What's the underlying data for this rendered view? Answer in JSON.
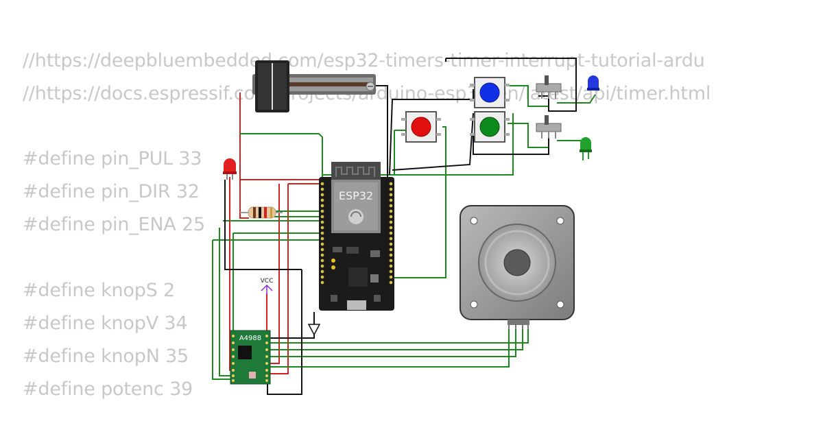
{
  "code_lines": [
    "//https://deepbluembedded.com/esp32-timers-timer-interrupt-tutorial-ardu",
    "//https://docs.espressif.com/projects/arduino-esp32/en/latest/api/timer.html",
    "",
    "#define pin_PUL 33",
    "#define pin_DIR 32",
    "#define pin_ENA 25",
    "",
    "#define knopS 2",
    "#define knopV 34",
    "#define knopN 35",
    "#define potenc 39"
  ],
  "components": {
    "mcu_label": "ESP32",
    "driver_label": "A4988",
    "vcc_label": "VCC"
  },
  "colors": {
    "code_text": "#c8c8c8",
    "wire_green": "#1a8a1a",
    "wire_red": "#d42020",
    "wire_black": "#111111",
    "board_black": "#1b1b1b",
    "driver_green": "#1f7a3a",
    "button_red": "#e01010",
    "button_blue": "#1030e8",
    "button_green": "#0d8a1c",
    "led_red": "#e02020",
    "led_blue": "#2438e0",
    "led_green": "#21a02c",
    "vcc_purple": "#8a2be2"
  }
}
